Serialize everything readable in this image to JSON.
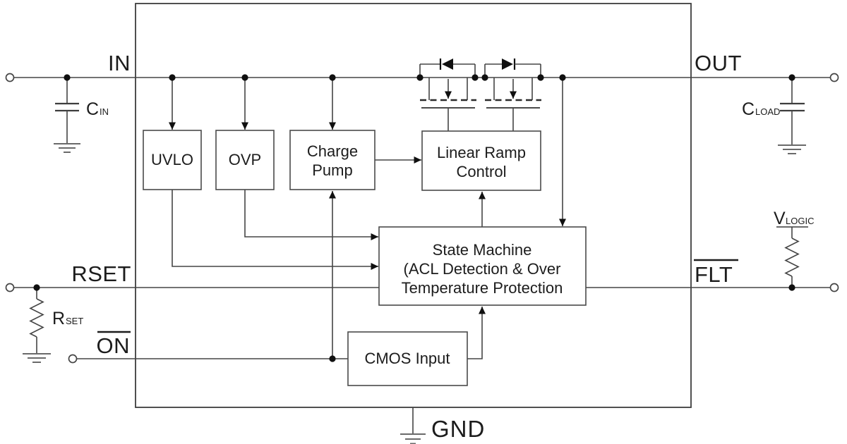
{
  "pins": {
    "in": "IN",
    "out": "OUT",
    "rset": "RSET",
    "on_bar": "ON",
    "flt_bar": "FLT",
    "gnd": "GND"
  },
  "blocks": {
    "uvlo": {
      "label": "UVLO"
    },
    "ovp": {
      "label": "OVP"
    },
    "charge_pump": {
      "line1": "Charge",
      "line2": "Pump"
    },
    "linear_ramp": {
      "line1": "Linear Ramp",
      "line2": "Control"
    },
    "state_machine": {
      "line1": "State Machine",
      "line2": "(ACL Detection & Over",
      "line3": "Temperature Protection"
    },
    "cmos_input": {
      "label": "CMOS Input"
    }
  },
  "passives": {
    "cin": {
      "symbol": "C",
      "subscript": "IN"
    },
    "cload": {
      "symbol": "C",
      "subscript": "LOAD"
    },
    "rset": {
      "symbol": "R",
      "subscript": "SET"
    },
    "vlogic": {
      "symbol": "V",
      "subscript": "LOGIC"
    }
  },
  "colors": {
    "line": "#454545",
    "text": "#1c1c1c",
    "background": "#ffffff"
  }
}
